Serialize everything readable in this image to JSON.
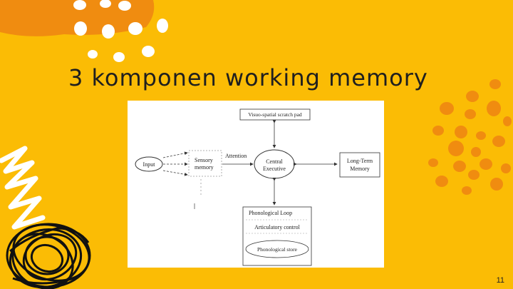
{
  "slide": {
    "title": "3 komponen working memory",
    "page_number": "11"
  },
  "diagram": {
    "input": "Input",
    "sensory_line1": "Sensory",
    "sensory_line2": "memory",
    "attention": "Attention",
    "central_line1": "Central",
    "central_line2": "Executive",
    "visuo": "Visuo-spatial scratch pad",
    "longterm_line1": "Long-Term",
    "longterm_line2": "Memory",
    "phono_loop": "Phonological Loop",
    "articulatory": "Articulatory control",
    "phono_store": "Phonological store"
  },
  "colors": {
    "background": "#fbbc05",
    "accent_orange": "#f08c10",
    "shape_white": "#ffffff",
    "scribble": "#111111"
  }
}
